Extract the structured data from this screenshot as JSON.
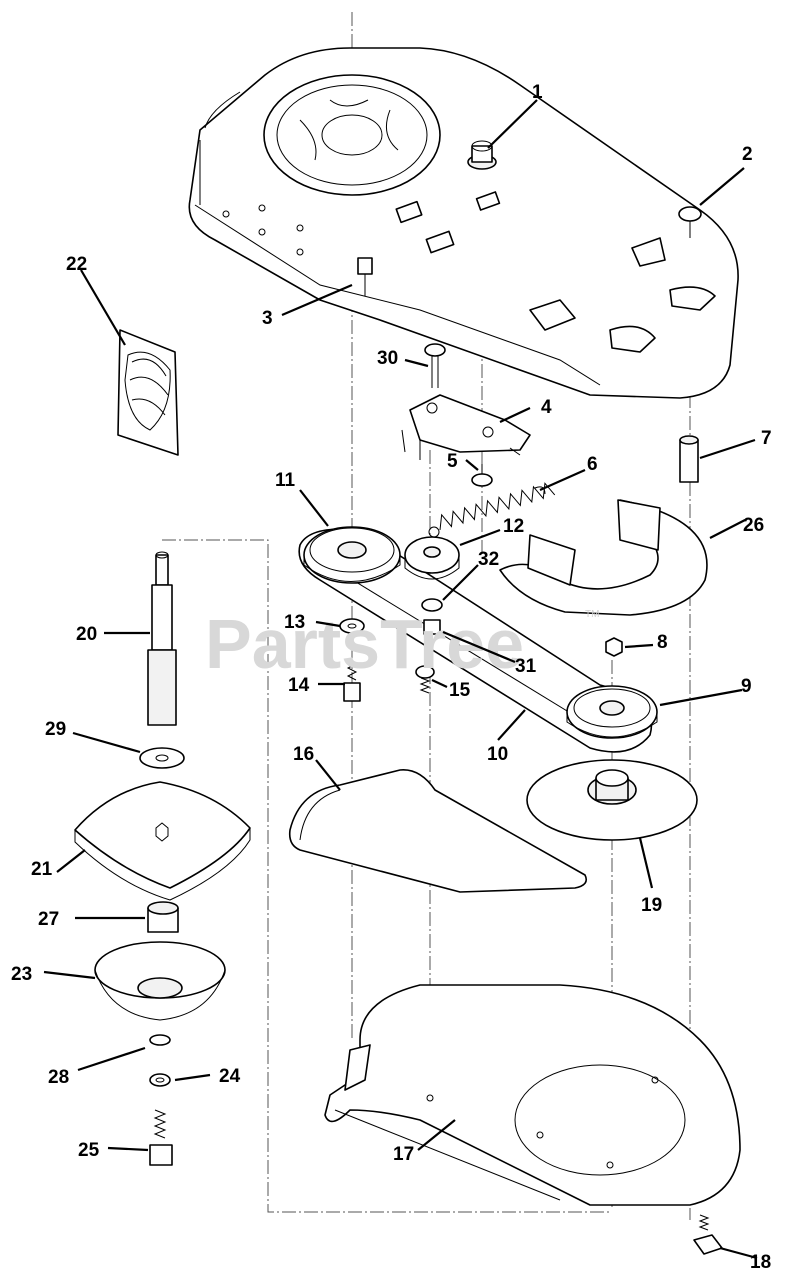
{
  "watermark": {
    "text": "PartsTree",
    "tm": "TM"
  },
  "callouts": [
    {
      "id": "1",
      "label": "1"
    },
    {
      "id": "2",
      "label": "2"
    },
    {
      "id": "3",
      "label": "3"
    },
    {
      "id": "4",
      "label": "4"
    },
    {
      "id": "5",
      "label": "5"
    },
    {
      "id": "6",
      "label": "6"
    },
    {
      "id": "7",
      "label": "7"
    },
    {
      "id": "8",
      "label": "8"
    },
    {
      "id": "9",
      "label": "9"
    },
    {
      "id": "10",
      "label": "10"
    },
    {
      "id": "11",
      "label": "11"
    },
    {
      "id": "12",
      "label": "12"
    },
    {
      "id": "13",
      "label": "13"
    },
    {
      "id": "14",
      "label": "14"
    },
    {
      "id": "15",
      "label": "15"
    },
    {
      "id": "16",
      "label": "16"
    },
    {
      "id": "17",
      "label": "17"
    },
    {
      "id": "18",
      "label": "18"
    },
    {
      "id": "19",
      "label": "19"
    },
    {
      "id": "20",
      "label": "20"
    },
    {
      "id": "21",
      "label": "21"
    },
    {
      "id": "22",
      "label": "22"
    },
    {
      "id": "23",
      "label": "23"
    },
    {
      "id": "24",
      "label": "24"
    },
    {
      "id": "25",
      "label": "25"
    },
    {
      "id": "26",
      "label": "26"
    },
    {
      "id": "27",
      "label": "27"
    },
    {
      "id": "28",
      "label": "28"
    },
    {
      "id": "29",
      "label": "29"
    },
    {
      "id": "30",
      "label": "30"
    },
    {
      "id": "31",
      "label": "31"
    },
    {
      "id": "32",
      "label": "32"
    }
  ]
}
